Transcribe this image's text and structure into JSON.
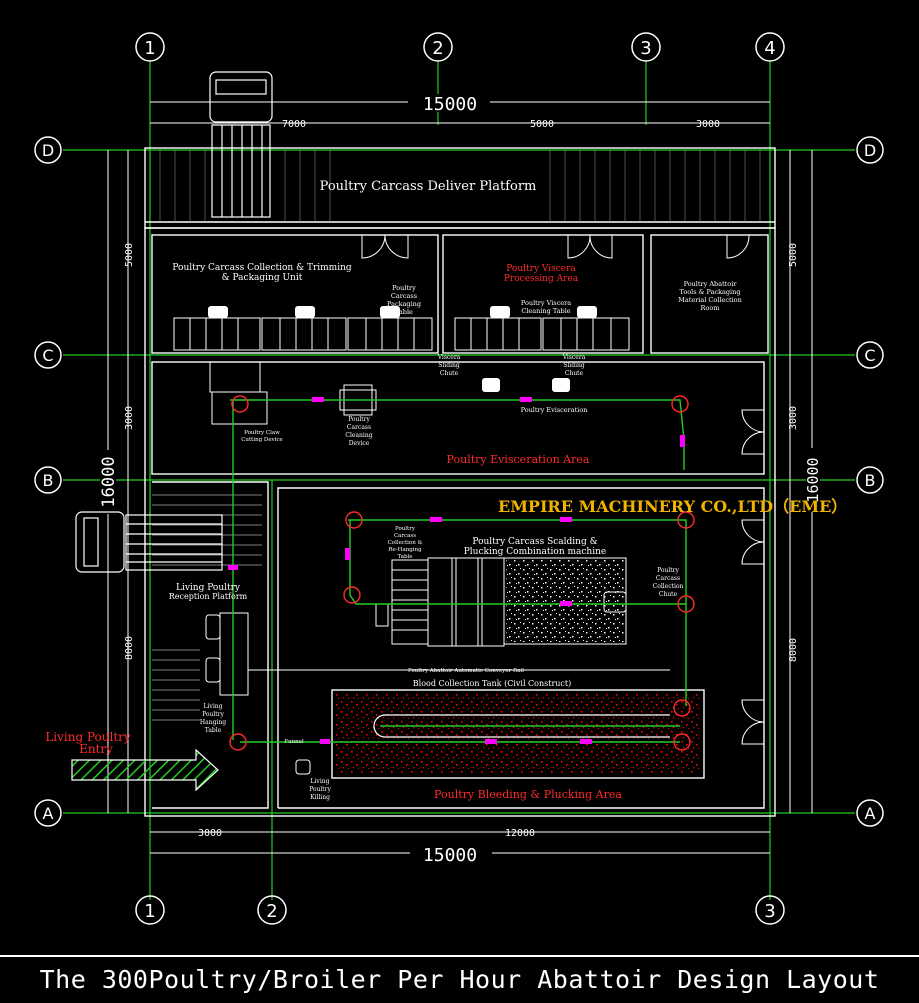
{
  "drawing": {
    "title": "The 300Poultry/Broiler Per Hour Abattoir Design Layout",
    "watermark": "EMPIRE MACHINERY CO.,LTD（EME）",
    "colors": {
      "background": "#000000",
      "grid": "#22cc22",
      "wall": "#ffffff",
      "area_label": "#ff2a2a",
      "watermark_a": "#f0b400",
      "watermark_b": "#b04ad6",
      "conveyor": "#ff00ff",
      "blood": "#ff0000"
    },
    "grid_top": [
      "1",
      "2",
      "3",
      "4"
    ],
    "grid_bottom": [
      "1",
      "2",
      "3"
    ],
    "grid_left": [
      "D",
      "C",
      "B",
      "A"
    ],
    "grid_right": [
      "D",
      "C",
      "B",
      "A"
    ],
    "dims": {
      "top_total": "15000",
      "top_1": "7000",
      "top_2": "5000",
      "top_3": "3000",
      "bottom_1": "3000",
      "bottom_2": "12000",
      "bottom_total": "15000",
      "left_1": "5000",
      "left_2": "3000",
      "left_total": "16000",
      "left_3": "8000",
      "right_1": "5000",
      "right_2": "3000",
      "right_total": "16000",
      "right_3": "8000"
    },
    "labels": {
      "deliver_platform": "Poultry Carcass Deliver Platform",
      "trimming_unit_1": "Poultry Carcass Collection & Trimming",
      "trimming_unit_2": "& Packaging Unit",
      "packaging_table_1": "Poultry",
      "packaging_table_2": "Carcass",
      "packaging_table_3": "Packaging",
      "packaging_table_4": "Table",
      "viscera_area_1": "Poultry Viscera",
      "viscera_area_2": "Processing Area",
      "viscera_table_1": "Poultry Viscera",
      "viscera_table_2": "Cleaning Table",
      "tools_room_1": "Poultry Abattoir",
      "tools_room_2": "Tools & Packaging",
      "tools_room_3": "Material Collection",
      "tools_room_4": "Room",
      "chute_1a": "Viscera",
      "chute_1b": "Sliding",
      "chute_1c": "Chute",
      "chute_2a": "Viscera",
      "chute_2b": "Sliding",
      "chute_2c": "Chute",
      "claw_cutting_1": "Poultry Claw",
      "claw_cutting_2": "Cutting Device",
      "cleaning_1": "Poultry",
      "cleaning_2": "Carcass",
      "cleaning_3": "Cleaning",
      "cleaning_4": "Device",
      "evisceration_line": "Poultry Evisceration",
      "evisceration_area": "Poultry Evisceration Area",
      "rehanging_1": "Poultry",
      "rehanging_2": "Carcass",
      "rehanging_3": "Collection &",
      "rehanging_4": "Re-Hanging",
      "rehanging_5": "Table",
      "scalding_1": "Poultry Carcass Scalding &",
      "scalding_2": "Plucking Combination machine",
      "collection_chute_1": "Poultry",
      "collection_chute_2": "Carcass",
      "collection_chute_3": "Collection",
      "collection_chute_4": "Chute",
      "reception_1": "Living Poultry",
      "reception_2": "Reception Platform",
      "conveyor_rail": "Poultry Abattoir Automatic Conveyor Rail",
      "blood_tank": "Blood Collection Tank (Civil Construct)",
      "hanging_1": "Living",
      "hanging_2": "Poultry",
      "hanging_3": "Hanging",
      "hanging_4": "Table",
      "bleeding_area": "Poultry Bleeding & Plucking Area",
      "killing_1": "Living",
      "killing_2": "Poultry",
      "killing_3": "Killing",
      "funnel": "Funnel",
      "entry_1": "Living Poultry",
      "entry_2": "Entry"
    }
  }
}
